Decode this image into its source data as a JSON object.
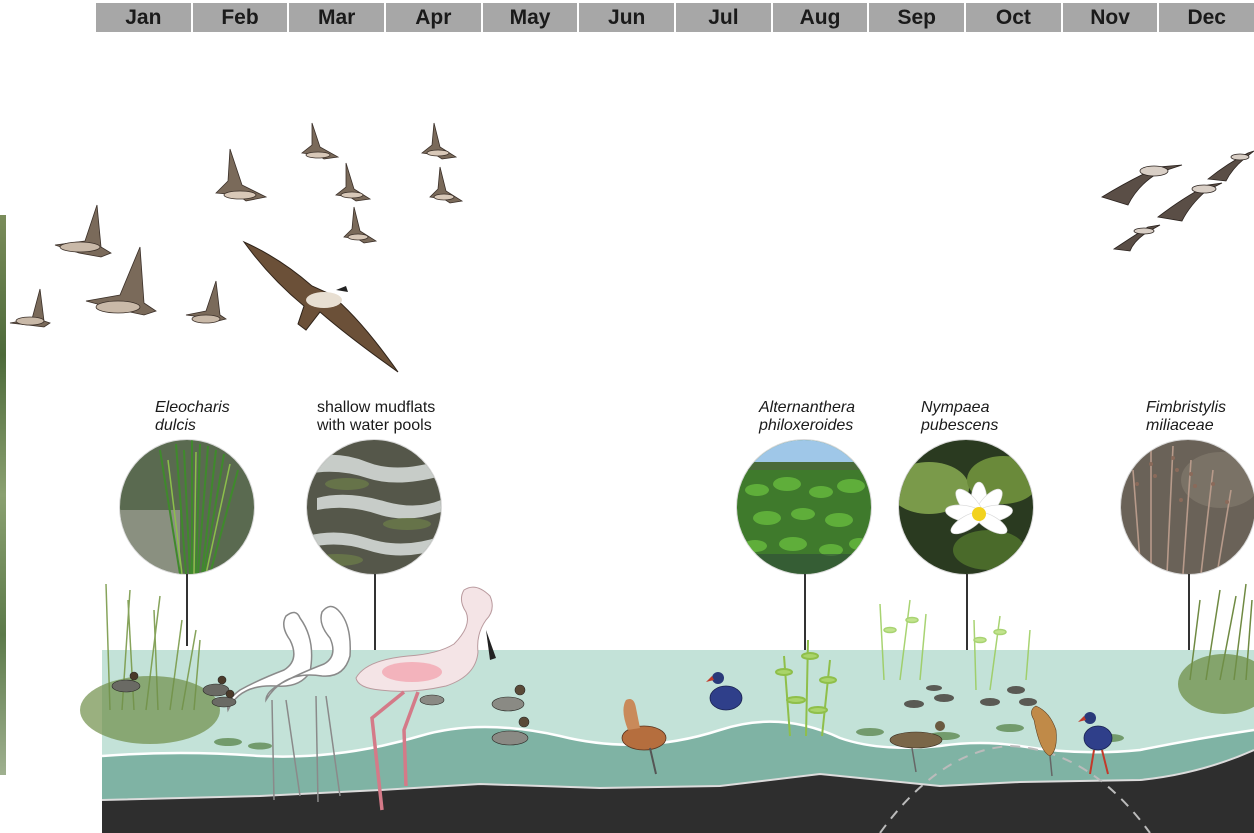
{
  "months": [
    "Jan",
    "Feb",
    "Mar",
    "Apr",
    "May",
    "Jun",
    "Jul",
    "Aug",
    "Sep",
    "Oct",
    "Nov",
    "Dec"
  ],
  "habitats": [
    {
      "id": "eleocharis",
      "line1": "Eleocharis",
      "line2": "dulcis",
      "italic": true
    },
    {
      "id": "mudflats",
      "line1": "shallow mudflats",
      "line2": "with water pools",
      "italic": false
    },
    {
      "id": "alternanthera",
      "line1": "Alternanthera",
      "line2": "philoxeroides",
      "italic": true
    },
    {
      "id": "nympaea",
      "line1": "Nympaea",
      "line2": "pubescens",
      "italic": true
    },
    {
      "id": "fimbristylis",
      "line1": "Fimbristylis",
      "line2": "miliaceae",
      "italic": true
    }
  ],
  "colors": {
    "month_bar": "#a7a7a7",
    "water": "#bfe0d6",
    "water_deep": "#7fb3a4",
    "soil": "#2f2f2f",
    "reeds": "#7a9a4a"
  },
  "icons": [
    "migratory-bird-icon",
    "osprey-icon",
    "swallow-icon",
    "flamingo-icon",
    "duck-icon",
    "heron-icon",
    "swamphen-icon"
  ]
}
